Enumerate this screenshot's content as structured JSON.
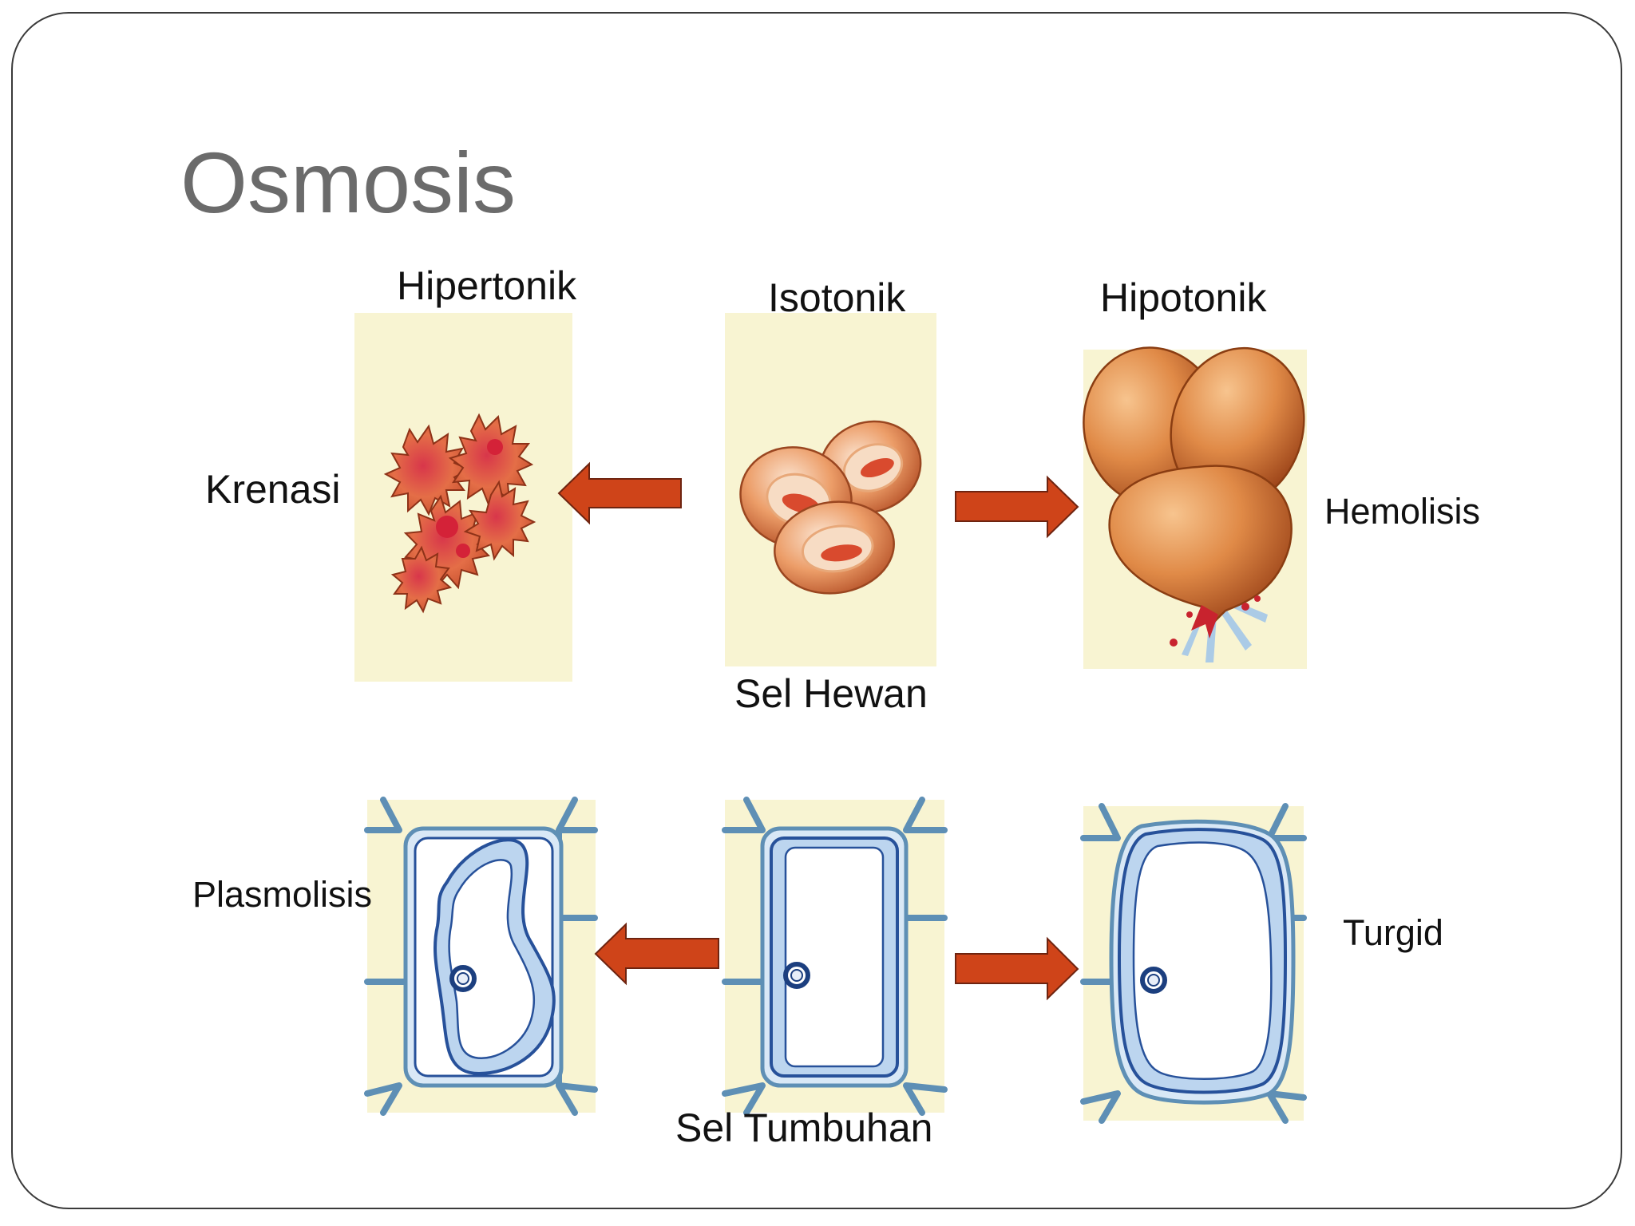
{
  "title": "Osmosis",
  "colors": {
    "panel_bg": "#f8f4d2",
    "arrow_fill": "#cf4419",
    "arrow_stroke": "#6e2410",
    "rbc_fill": "#e79a62",
    "rbc_center": "#f7dcc4",
    "rbc_core": "#d94a2e",
    "crenated_fill": "#de6a43",
    "plant_wall": "#5e8fb5",
    "plant_cyto": "#bcd5ef",
    "plant_vacuole": "#ffffff",
    "plant_membrane": "#27519a"
  },
  "labels": {
    "hipertonik": "Hipertonik",
    "isotonik": "Isotonik",
    "hipotonik": "Hipotonik",
    "krenasi": "Krenasi",
    "hemolisis": "Hemolisis",
    "sel_hewan": "Sel Hewan",
    "plasmolisis": "Plasmolisis",
    "turgid": "Turgid",
    "sel_tumbuhan": "Sel Tumbuhan"
  }
}
